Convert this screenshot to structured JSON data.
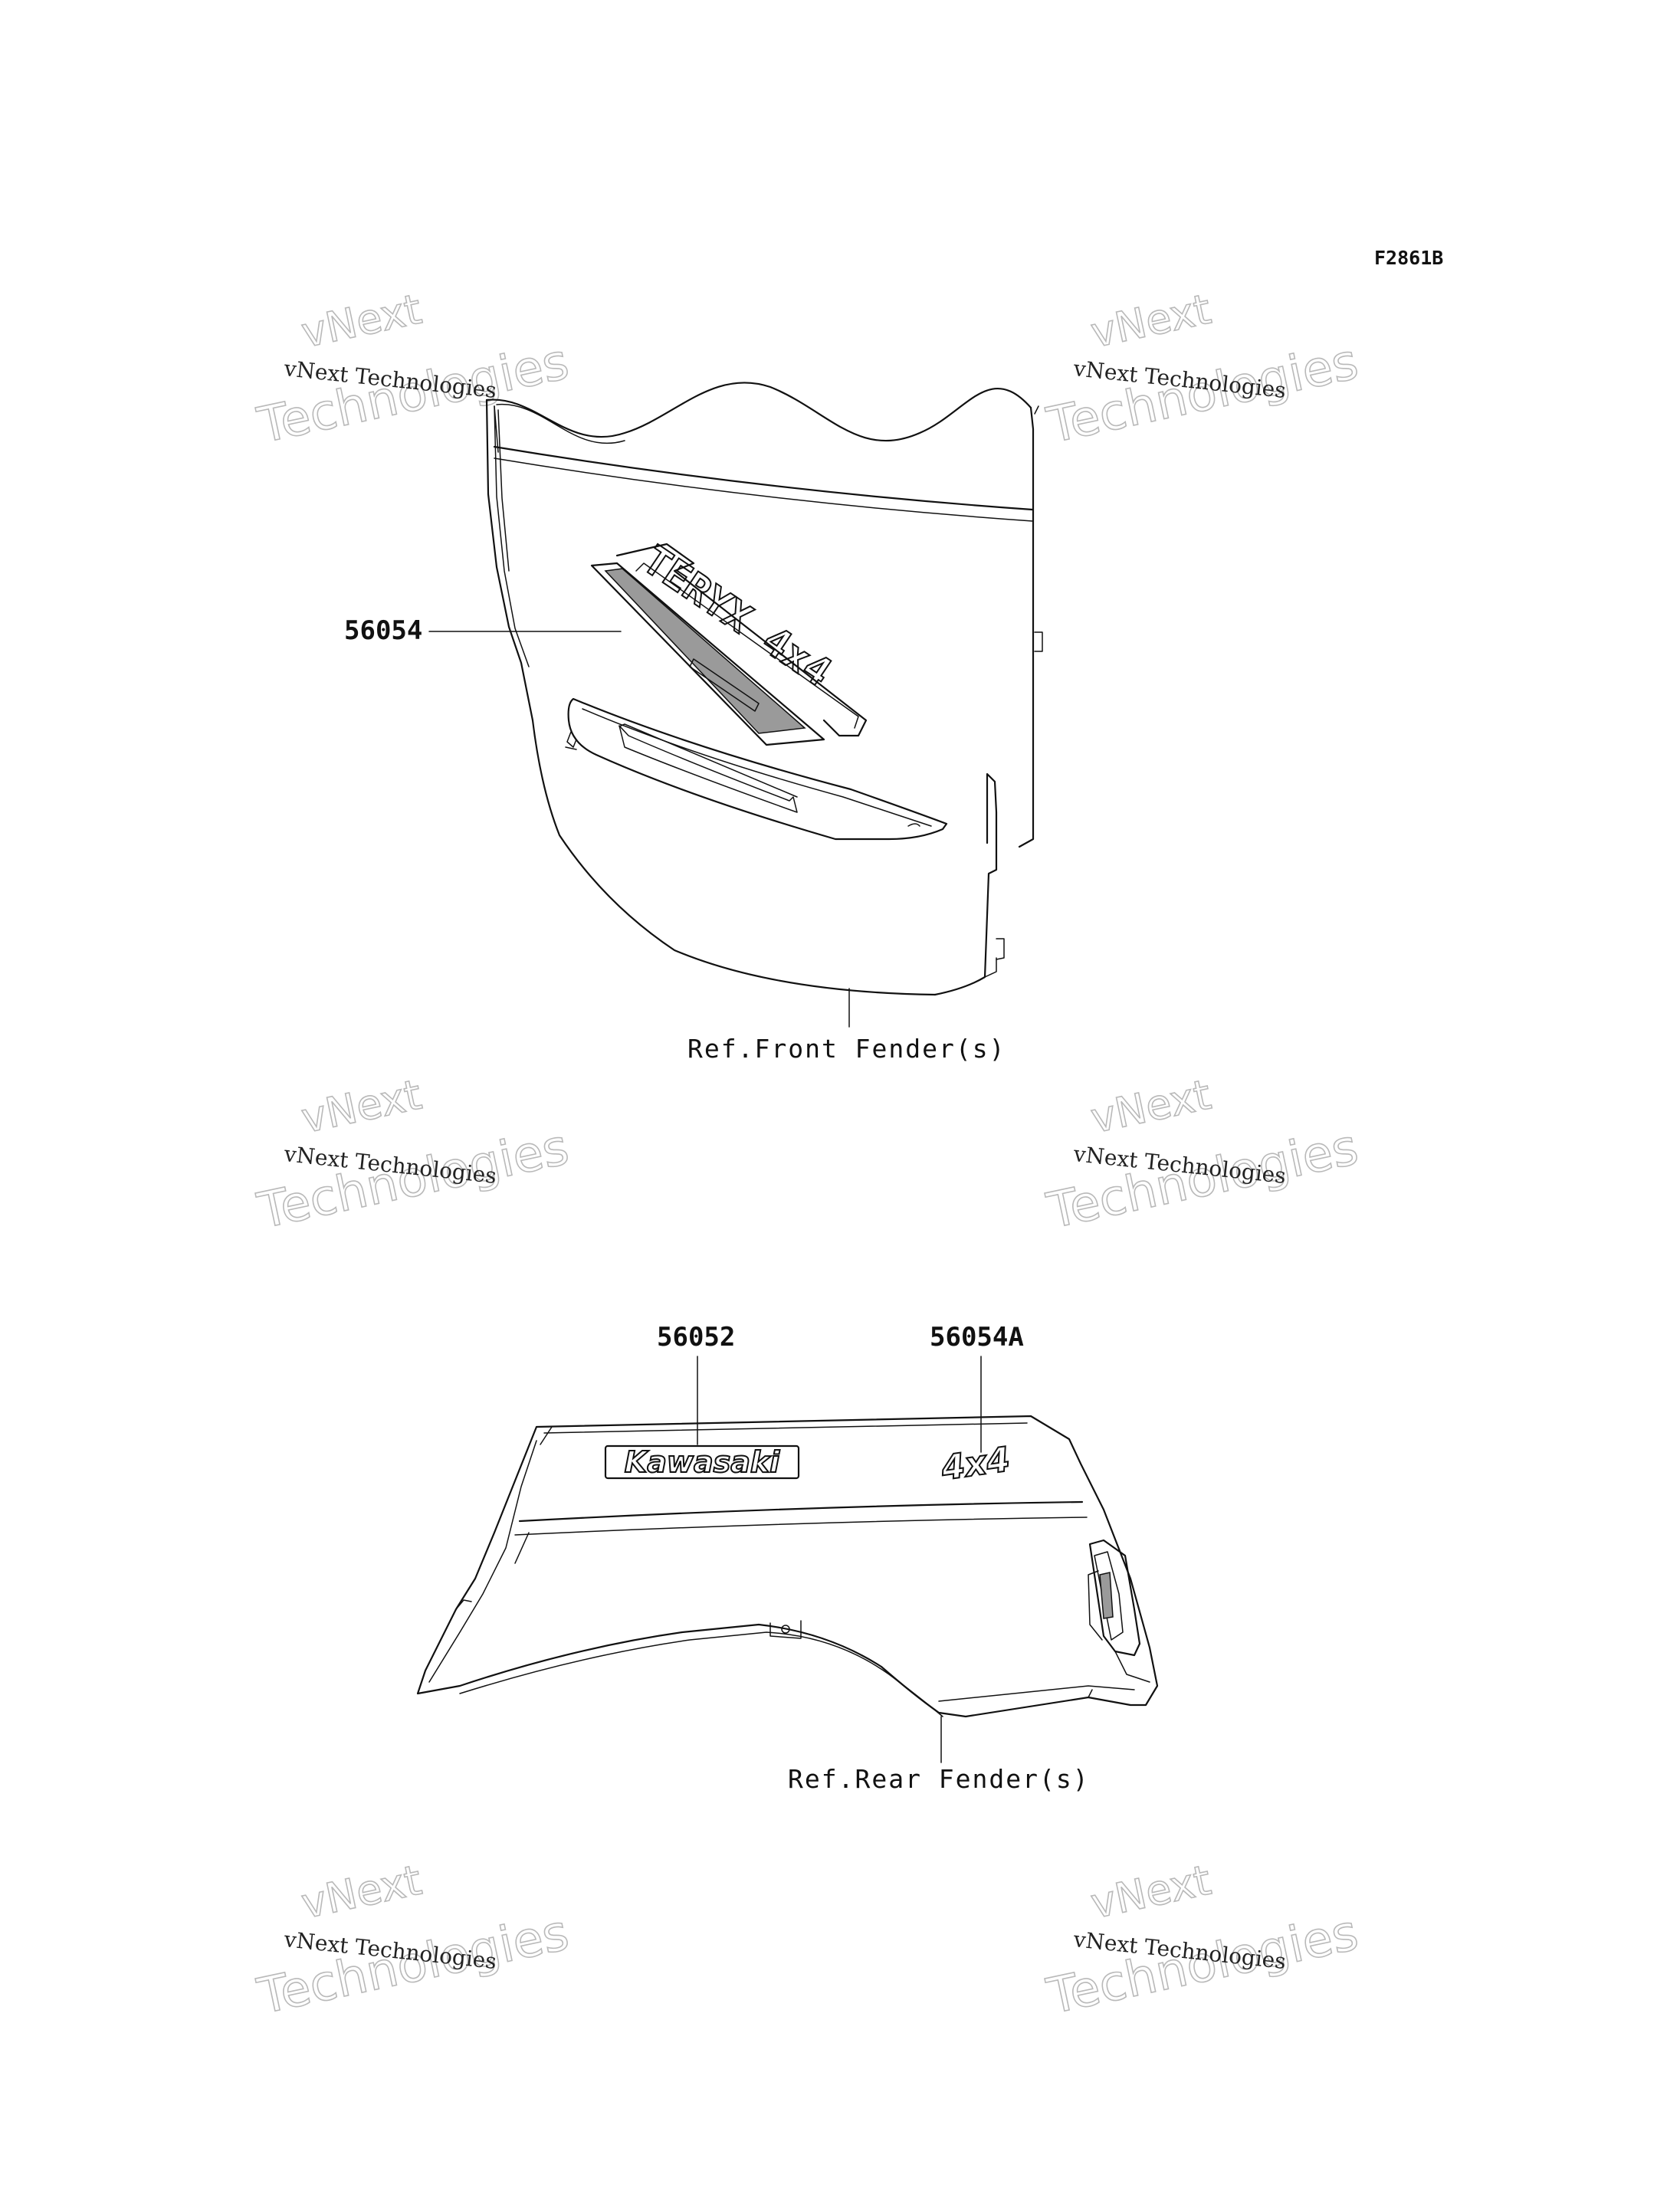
{
  "diagram": {
    "code": "F2861B",
    "front": {
      "part_label": "56054",
      "decal_text": "TERYX 4x4",
      "ref_label": "Ref.Front Fender(s)"
    },
    "rear": {
      "part_label_left": "56052",
      "part_label_right": "56054A",
      "brand_decal": "Kawasaki",
      "drive_decal": "4x4",
      "ref_label": "Ref.Rear Fender(s)"
    }
  },
  "watermark": {
    "line_brand": "vNext",
    "line_company": "Technologies",
    "line_full": "vNext Technologies"
  }
}
